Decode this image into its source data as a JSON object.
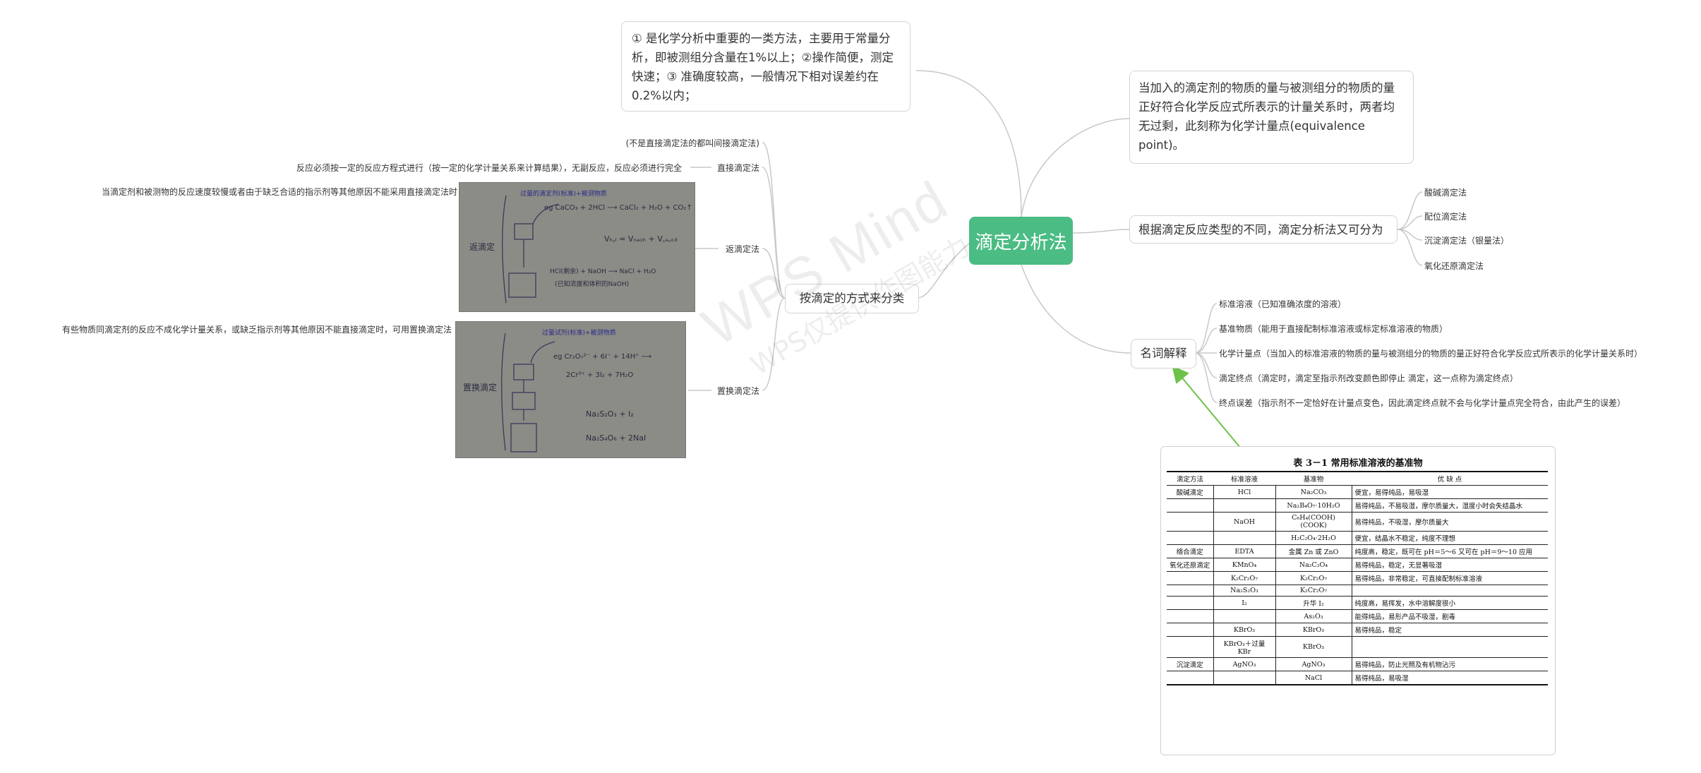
{
  "root": {
    "label": "滴定分析法"
  },
  "intro": {
    "text": "① 是化学分析中重要的一类方法，主要用于常量分析，即被测组分含量在1%以上；②操作简便，测定快速；③ 准确度较高，一般情况下相对误差约在0.2%以内；"
  },
  "equivalence": {
    "text": "当加入的滴定剂的物质的量与被测组分的物质的量正好符合化学反应式所表示的计量关系时，两者均无过剩，此刻称为化学计量点(equivalence point)。"
  },
  "types": {
    "label": "根据滴定反应类型的不同，滴定分析法又可分为",
    "items": [
      "酸碱滴定法",
      "配位滴定法",
      "沉淀滴定法（银量法）",
      "氧化还原滴定法"
    ]
  },
  "terms": {
    "label": "名词解释",
    "items": [
      "标准溶液（已知准确浓度的溶液）",
      "基准物质（能用于直接配制标准溶液或标定标准溶液的物质）",
      "化学计量点（当加入的标准溶液的物质的量与被测组分的物质的量正好符合化学反应式所表示的化学计量关系时）",
      "滴定终点（滴定时，滴定至指示剂改变颜色即停止 滴定，这一点称为滴定终点）",
      "终点误差（指示剂不一定恰好在计量点变色，因此滴定终点就不会与化学计量点完全符合，由此产生的误差）"
    ]
  },
  "methods": {
    "label": "按滴定的方式来分类",
    "indirect": "(不是直接滴定法的都叫间接滴定法)",
    "direct": {
      "label": "直接滴定法",
      "note": "反应必须按一定的反应方程式进行（按一定的化学计量关系来计算结果），无副反应，反应必须进行完全"
    },
    "back": {
      "label": "返滴定法",
      "note": "当滴定剂和被测物的反应速度较慢或者由于缺乏合适的指示剂等其他原因不能采用直接滴定法时"
    },
    "replace": {
      "label": "置换滴定法",
      "note": "有些物质同滴定剂的反应不成化学计量关系，或缺乏指示剂等其他原因不能直接滴定时，可用置换滴定法"
    }
  },
  "photos": {
    "back": {
      "side": "返滴定",
      "lines": [
        "过量的滴定剂(标准)+被测物质",
        "eg  CaCO₃ + 2HCl ⟶ CaCl₂ + H₂O + CO₂↑",
        "Vₕ꜀ₗ = Vₙₐₒₕ + V꜀ₐ꜀ₒ₃",
        "HCl(剩余) + NaOH ⟶ NaCl + H₂O",
        "(已知浓度和体积的NaOH)"
      ]
    },
    "replace": {
      "side": "置换滴定",
      "lines": [
        "过量试剂(标准)+被测物质",
        "eg  Cr₂O₇²⁻ + 6I⁻ + 14H⁺ ⟶",
        "2Cr³⁺ + 3I₂ + 7H₂O",
        "Na₂S₂O₃ + I₂",
        "Na₂S₄O₆ + 2NaI"
      ]
    }
  },
  "table": {
    "caption": "表 3－1   常用标准溶液的基准物",
    "headers": [
      "滴定方法",
      "标准溶液",
      "基准物",
      "优  缺  点"
    ],
    "rows": [
      [
        "酸碱滴定",
        "HCl",
        "Na₂CO₃",
        "便宜，易得纯品，易吸湿"
      ],
      [
        "",
        "",
        "Na₂B₄O₇·10H₂O",
        "易得纯品，不易吸湿，摩尔质量大，湿度小时会失结晶水"
      ],
      [
        "",
        "NaOH",
        "C₆H₄(COOH)(COOK)",
        "易得纯品，不吸湿，摩尔质量大"
      ],
      [
        "",
        "",
        "H₂C₂O₄·2H₂O",
        "便宜，结晶水不稳定，纯度不理想"
      ],
      [
        "络合滴定",
        "EDTA",
        "金属 Zn 或 ZnO",
        "纯度高，稳定，既可在 pH＝5～6 又可在 pH＝9～10 应用"
      ],
      [
        "氧化还原滴定",
        "KMnO₄",
        "Na₂C₂O₄",
        "易得纯品，稳定，无显著吸湿"
      ],
      [
        "",
        "K₂Cr₂O₇",
        "K₂Cr₂O₇",
        "易得纯品，非常稳定，可直接配制标准溶液"
      ],
      [
        "",
        "Na₂S₂O₃",
        "K₂Cr₂O₇",
        ""
      ],
      [
        "",
        "I₂",
        "升华 I₂",
        "纯度高，易挥发，水中溶解度很小"
      ],
      [
        "",
        "",
        "As₂O₃",
        "能得纯品，易形产品不吸湿，剧毒"
      ],
      [
        "",
        "KBrO₃",
        "KBrO₃",
        "易得纯品，稳定"
      ],
      [
        "",
        "KBrO₃＋过量 KBr",
        "KBrO₃",
        ""
      ],
      [
        "沉淀滴定",
        "AgNO₃",
        "AgNO₃",
        "易得纯品，防止光照及有机物沾污"
      ],
      [
        "",
        "",
        "NaCl",
        "易得纯品，易吸湿"
      ]
    ]
  },
  "watermark": {
    "line1": "WPS Mind",
    "line2": "WPS仅提供作图能力"
  },
  "colors": {
    "root": "#4bbc83",
    "line": "#c8c8c8",
    "arrow": "#6cc24a"
  }
}
